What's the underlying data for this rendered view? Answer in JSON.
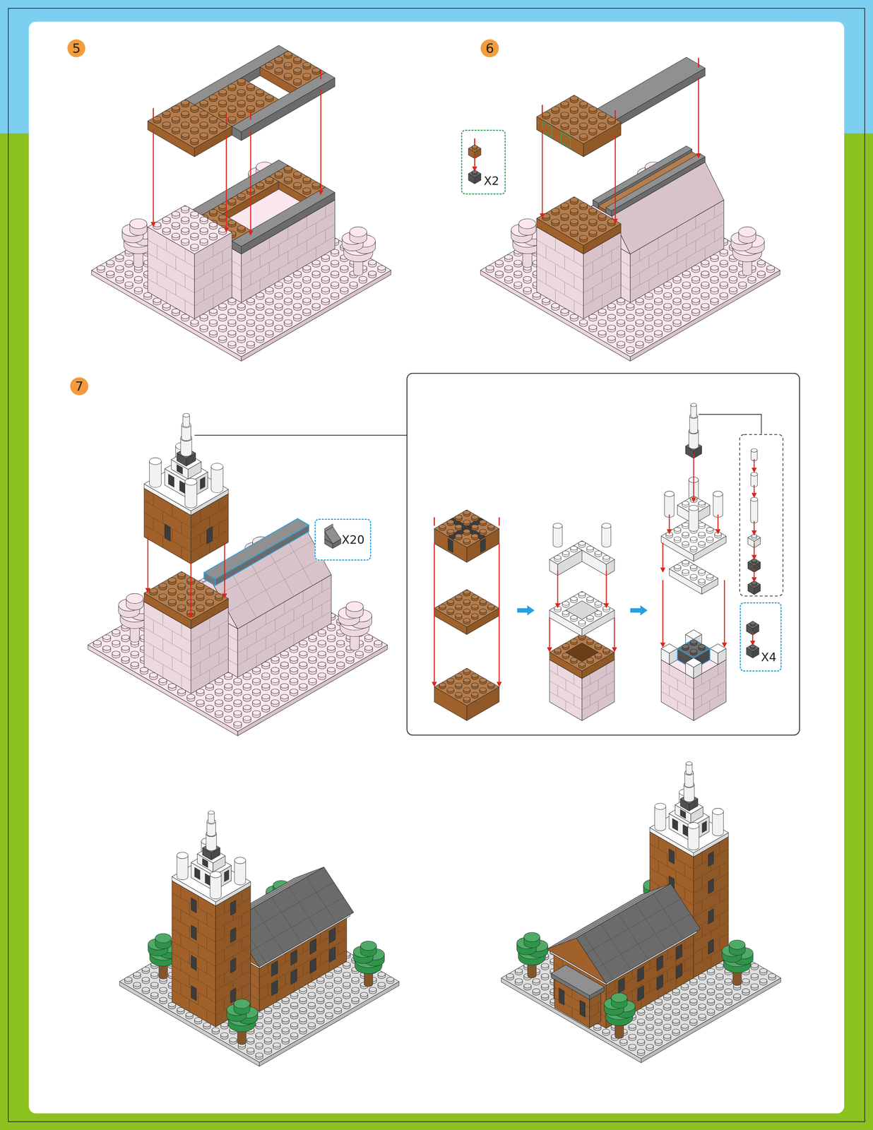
{
  "diagram": {
    "nodes": [
      {
        "text": [
          "5"
        ]
      },
      {
        "text": [
          "6"
        ]
      },
      {
        "text": [
          "X2"
        ]
      },
      {
        "text": [
          "7"
        ]
      },
      {
        "text": [
          "X20"
        ]
      },
      {
        "text": [
          "X4"
        ]
      }
    ]
  }
}
